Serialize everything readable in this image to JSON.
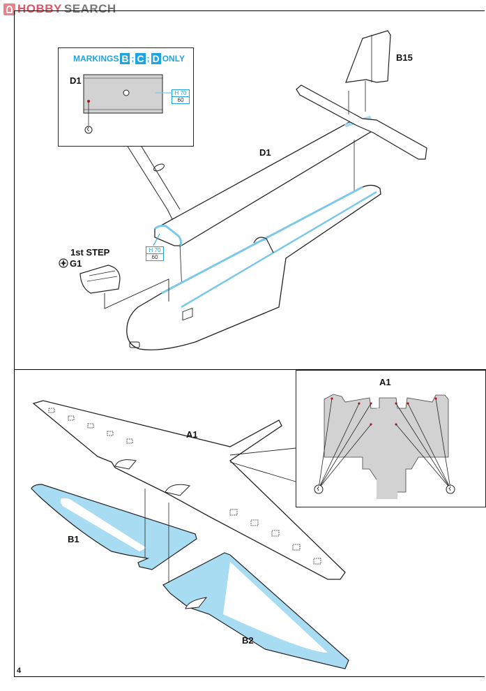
{
  "header": {
    "brand_left": "HOBBY",
    "brand_right": "SEARCH"
  },
  "top_section": {
    "inset": {
      "marking_prefix": "MARKINGS",
      "marking_letters": [
        "B",
        "C",
        "D"
      ],
      "marking_suffix": "ONLY",
      "part_label": "D1",
      "paint": {
        "code": "H 70",
        "number": "60"
      }
    },
    "part_labels": {
      "fuselage_top": "D1",
      "fin": "B15",
      "step_title": "1st STEP",
      "step_part": "G1"
    },
    "canopy_paint": {
      "code": "H 70",
      "number": "60"
    }
  },
  "bottom_section": {
    "part_labels": {
      "wing_upper": "A1",
      "wing_lower_left": "B1",
      "wing_lower_right": "B2"
    },
    "inset": {
      "part_label": "A1"
    }
  },
  "colors": {
    "accent_blue": "#1ea4e0",
    "part_fill_blue": "#a8dcf2",
    "inset_gray": "#d2d2d2",
    "brand_red": "#e05564",
    "marker_red": "#c0182a"
  },
  "footer": {
    "page_number": "4"
  }
}
